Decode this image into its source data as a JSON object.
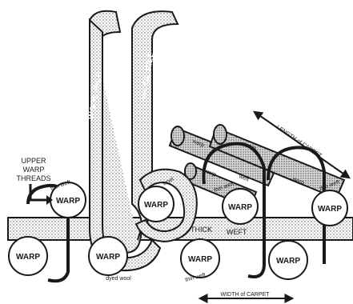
{
  "labels": {
    "upper_warp_line1": "UPPER",
    "upper_warp_line2": "WARP",
    "upper_warp_line3": "THREADS",
    "length_of_carpet": "LENGTH of CARPET",
    "width_of_carpet": "WIDTH of CARPET",
    "wool_pile": "WOOL PILE",
    "dyed_wool": "dyed wool",
    "thick_weft_1": "THICK",
    "thick_weft_2": "WEFT",
    "thin_weft": "thin weft",
    "weft": "weft",
    "warp_upper": "warp",
    "warp_upper_short": "warp",
    "wool": "wool",
    "warp_cap": "WARP"
  },
  "colors": {
    "ink": "#1a1a1a",
    "stipple": "#8a8a8a",
    "paper": "#ffffff"
  }
}
